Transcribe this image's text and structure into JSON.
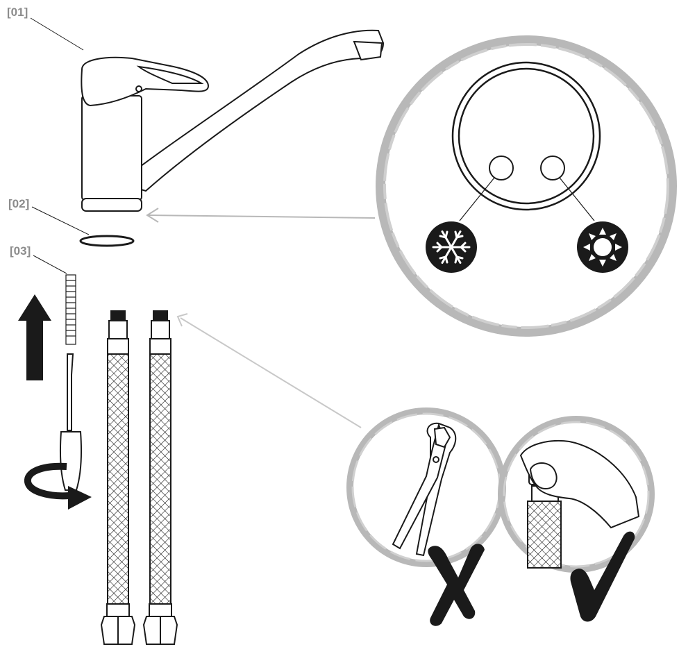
{
  "labels": {
    "part_01": "[01]",
    "part_02": "[02]",
    "part_03": "[03]"
  },
  "colors": {
    "ink": "#1a1a1a",
    "callout_gray": "#b8b8b8",
    "label_gray": "#8c8c8c",
    "background": "#ffffff"
  },
  "icons": {
    "cold": "snowflake-icon",
    "hot": "sun-icon",
    "wrong": "cross-mark-icon",
    "correct": "check-mark-icon",
    "direction_up": "arrow-up-icon",
    "direction_turn": "rotate-arrow-icon"
  }
}
